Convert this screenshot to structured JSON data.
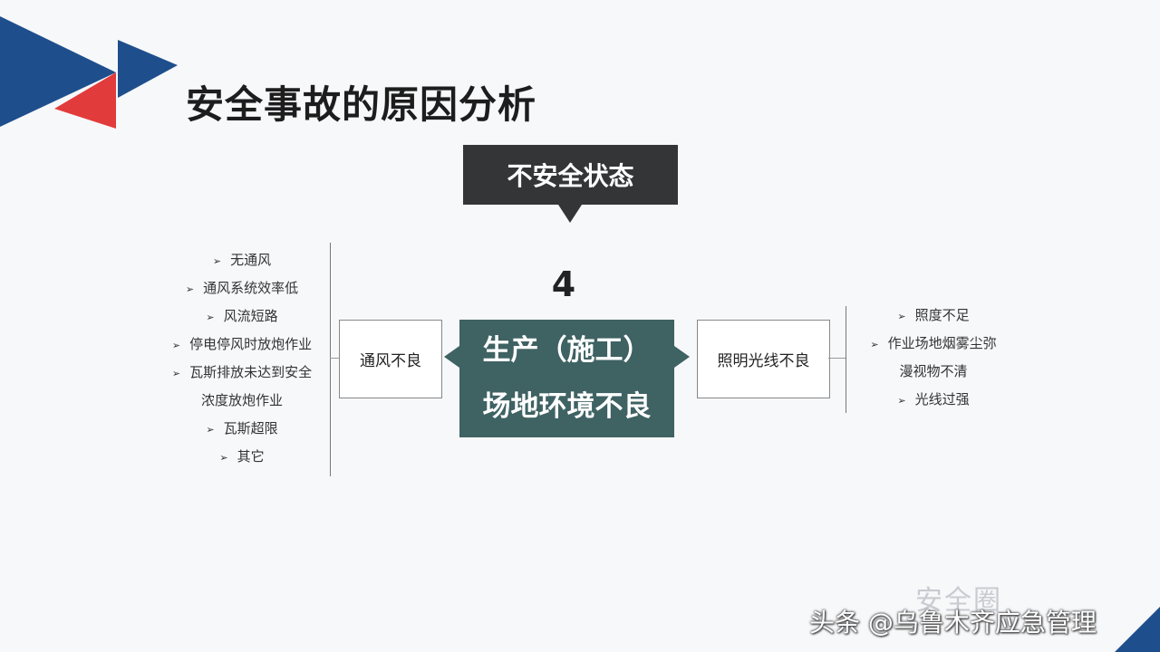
{
  "title": "安全事故的原因分析",
  "callout": "不安全状态",
  "number": "4",
  "center": {
    "line1": "生产（施工）",
    "line2": "场地环境不良"
  },
  "left": {
    "label": "通风不良",
    "items": [
      [
        "无通风"
      ],
      [
        "通风系统效率低"
      ],
      [
        "风流短路"
      ],
      [
        "停电停风时放炮作业"
      ],
      [
        "瓦斯排放未达到安全",
        "浓度放炮作业"
      ],
      [
        "瓦斯超限"
      ],
      [
        "其它"
      ]
    ]
  },
  "right": {
    "label": "照明光线不良",
    "items": [
      [
        "照度不足"
      ],
      [
        "作业场地烟雾尘弥",
        "漫视物不清"
      ],
      [
        "光线过强"
      ]
    ]
  },
  "watermark": {
    "faint": "安全圈",
    "main": "头条 @乌鲁木齐应急管理"
  },
  "colors": {
    "navy": "#1e4f8c",
    "red": "#e23b3b",
    "teal": "#3f6263",
    "dark": "#333537"
  }
}
